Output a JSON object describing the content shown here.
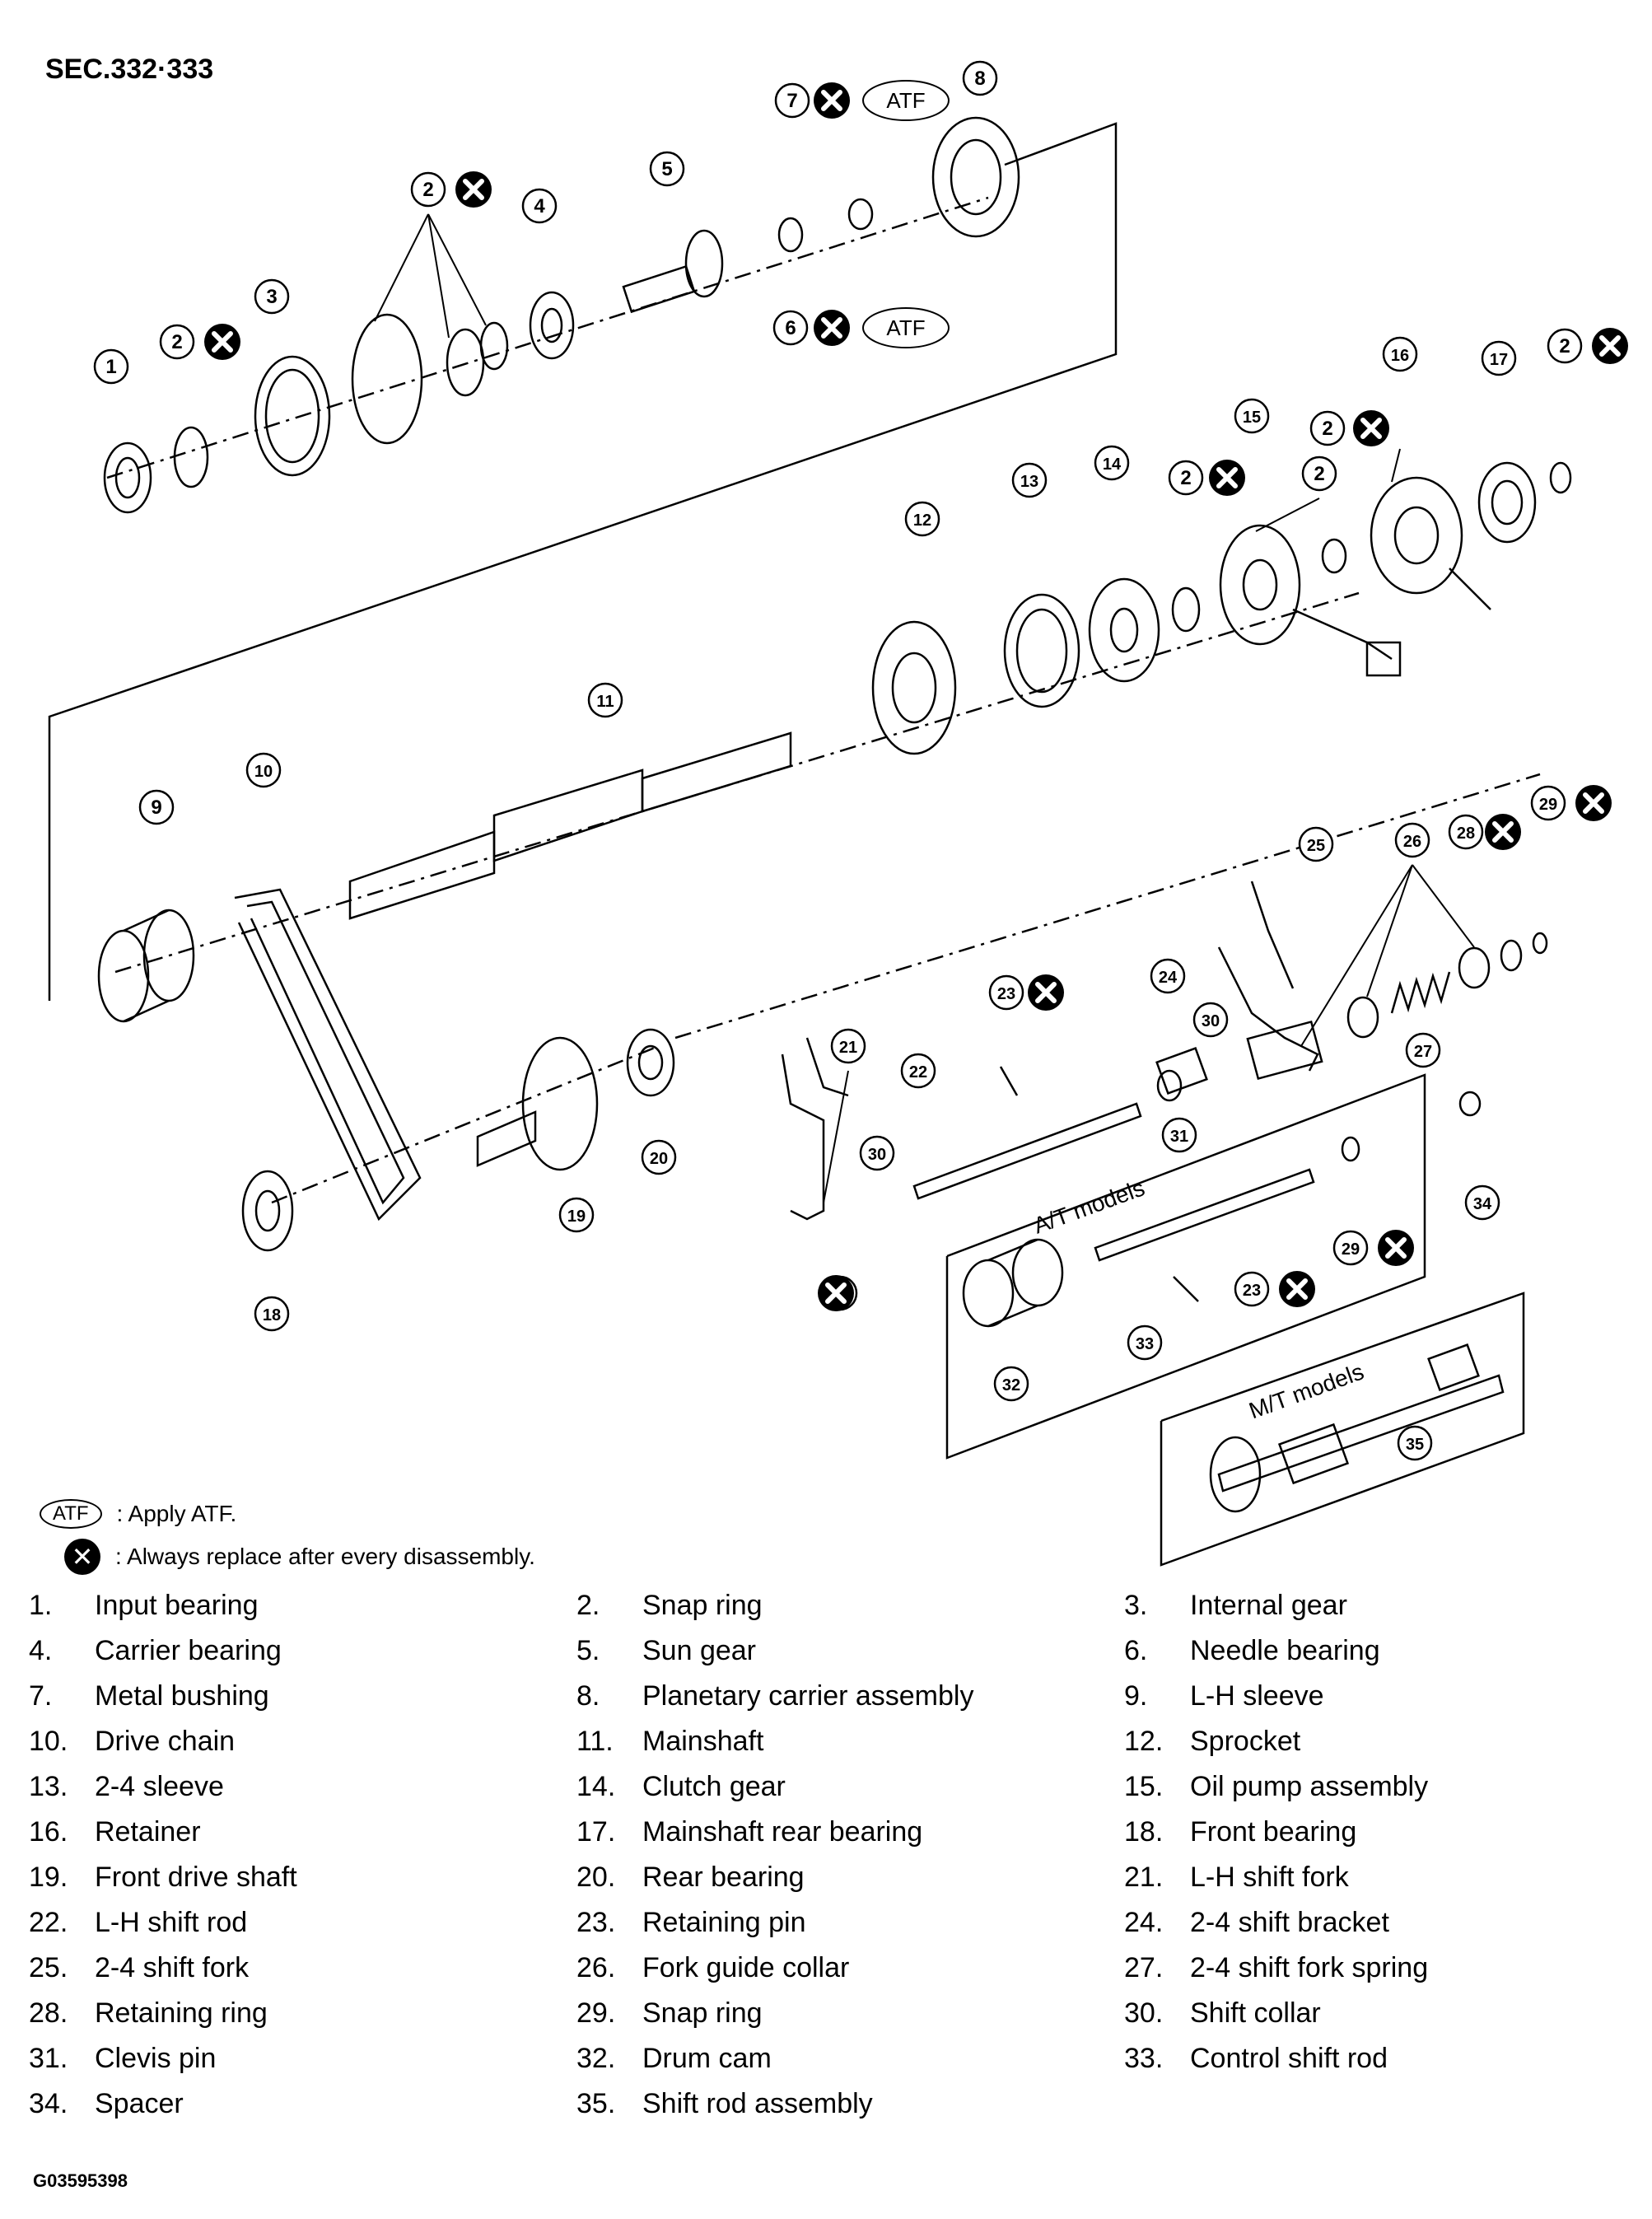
{
  "section_title": "SEC.332·333",
  "callout_labels": {
    "atf": "ATF",
    "at_models": "A/T models",
    "mt_models": "M/T models"
  },
  "legend": {
    "atf_symbol": "ATF",
    "atf_text": ": Apply ATF.",
    "replace_text": ": Always replace after every disassembly."
  },
  "parts": [
    {
      "num": "1.",
      "name": "Input bearing"
    },
    {
      "num": "2.",
      "name": "Snap ring"
    },
    {
      "num": "3.",
      "name": "Internal gear"
    },
    {
      "num": "4.",
      "name": "Carrier bearing"
    },
    {
      "num": "5.",
      "name": "Sun gear"
    },
    {
      "num": "6.",
      "name": "Needle bearing"
    },
    {
      "num": "7.",
      "name": "Metal bushing"
    },
    {
      "num": "8.",
      "name": "Planetary carrier assembly"
    },
    {
      "num": "9.",
      "name": "L-H sleeve"
    },
    {
      "num": "10.",
      "name": "Drive chain"
    },
    {
      "num": "11.",
      "name": "Mainshaft"
    },
    {
      "num": "12.",
      "name": "Sprocket"
    },
    {
      "num": "13.",
      "name": "2-4 sleeve"
    },
    {
      "num": "14.",
      "name": "Clutch gear"
    },
    {
      "num": "15.",
      "name": "Oil pump assembly"
    },
    {
      "num": "16.",
      "name": "Retainer"
    },
    {
      "num": "17.",
      "name": "Mainshaft rear bearing"
    },
    {
      "num": "18.",
      "name": "Front bearing"
    },
    {
      "num": "19.",
      "name": "Front drive shaft"
    },
    {
      "num": "20.",
      "name": "Rear bearing"
    },
    {
      "num": "21.",
      "name": "L-H shift fork"
    },
    {
      "num": "22.",
      "name": "L-H shift rod"
    },
    {
      "num": "23.",
      "name": "Retaining pin"
    },
    {
      "num": "24.",
      "name": "2-4 shift bracket"
    },
    {
      "num": "25.",
      "name": "2-4 shift fork"
    },
    {
      "num": "26.",
      "name": "Fork guide collar"
    },
    {
      "num": "27.",
      "name": "2-4 shift fork spring"
    },
    {
      "num": "28.",
      "name": "Retaining ring"
    },
    {
      "num": "29.",
      "name": "Snap ring"
    },
    {
      "num": "30.",
      "name": "Shift collar"
    },
    {
      "num": "31.",
      "name": "Clevis pin"
    },
    {
      "num": "32.",
      "name": "Drum cam"
    },
    {
      "num": "33.",
      "name": "Control shift rod"
    },
    {
      "num": "34.",
      "name": "Spacer"
    },
    {
      "num": "35.",
      "name": "Shift rod assembly"
    }
  ],
  "callouts": [
    {
      "label": "1"
    },
    {
      "label": "2"
    },
    {
      "label": "2"
    },
    {
      "label": "2"
    },
    {
      "label": "2"
    },
    {
      "label": "2"
    },
    {
      "label": "2"
    },
    {
      "label": "3"
    },
    {
      "label": "4"
    },
    {
      "label": "5"
    },
    {
      "label": "6"
    },
    {
      "label": "7"
    },
    {
      "label": "8"
    },
    {
      "label": "9"
    },
    {
      "label": "10"
    },
    {
      "label": "11"
    },
    {
      "label": "12"
    },
    {
      "label": "13"
    },
    {
      "label": "14"
    },
    {
      "label": "15"
    },
    {
      "label": "16"
    },
    {
      "label": "17"
    },
    {
      "label": "18"
    },
    {
      "label": "19"
    },
    {
      "label": "20"
    },
    {
      "label": "21"
    },
    {
      "label": "22"
    },
    {
      "label": "23"
    },
    {
      "label": "23"
    },
    {
      "label": "24"
    },
    {
      "label": "25"
    },
    {
      "label": "26"
    },
    {
      "label": "27"
    },
    {
      "label": "28"
    },
    {
      "label": "29"
    },
    {
      "label": "29"
    },
    {
      "label": "30"
    },
    {
      "label": "30"
    },
    {
      "label": "31"
    },
    {
      "label": "31"
    },
    {
      "label": "32"
    },
    {
      "label": "33"
    },
    {
      "label": "34"
    },
    {
      "label": "35"
    }
  ],
  "footer_code": "G03595398"
}
